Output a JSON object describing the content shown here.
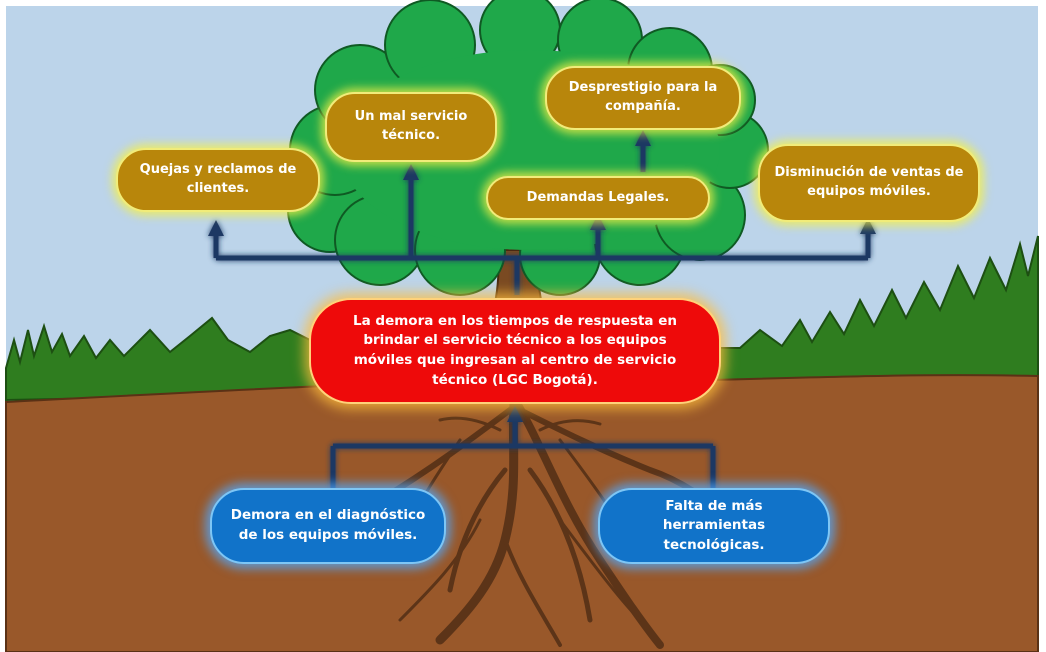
{
  "diagram": {
    "problem": "La demora en los tiempos de respuesta en brindar el servicio técnico a los equipos móviles que ingresan al centro de servicio técnico (LGC Bogotá).",
    "effects": {
      "quejas": "Quejas y reclamos de clientes.",
      "mal_servicio": "Un mal servicio técnico.",
      "demandas": "Demandas Legales.",
      "desprestigio": "Desprestigio para la compañía.",
      "disminucion": "Disminución de ventas de equipos móviles."
    },
    "causes": {
      "demora_diagnostico": "Demora en el diagnóstico de los equipos móviles.",
      "falta_herramientas": "Falta de más herramientas tecnológicas."
    }
  },
  "colors": {
    "sky": "#bcd4ea",
    "soil": "#99582a",
    "grass": "#2f7d1f",
    "foliage": "#1fa84a",
    "effect_box": "#b8860b",
    "problem_box": "#ee0a0a",
    "cause_box": "#1173c9",
    "connector": "#1f3864"
  }
}
